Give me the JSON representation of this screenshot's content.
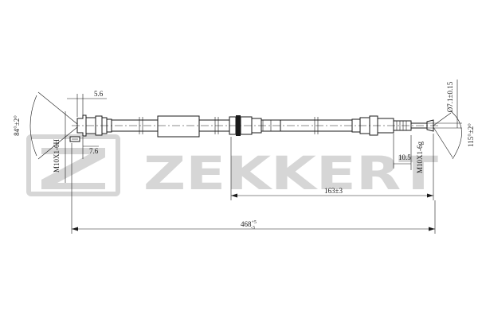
{
  "watermark": {
    "brand": "ZEKKERT"
  },
  "dimensions": {
    "left_angle": "84°±2°",
    "tab_width": "5.6",
    "left_thread": "M10X1-6H",
    "left_offset": "7.6",
    "right_diameter": "Ø7.1±0.15",
    "right_angle": "115°±2°",
    "right_thread": "M10X1-6g",
    "right_offset": "10.5",
    "segment_length": "163±3",
    "total_length_main": "468",
    "total_length_tol_upper": "+5",
    "total_length_tol_lower": "-3"
  }
}
